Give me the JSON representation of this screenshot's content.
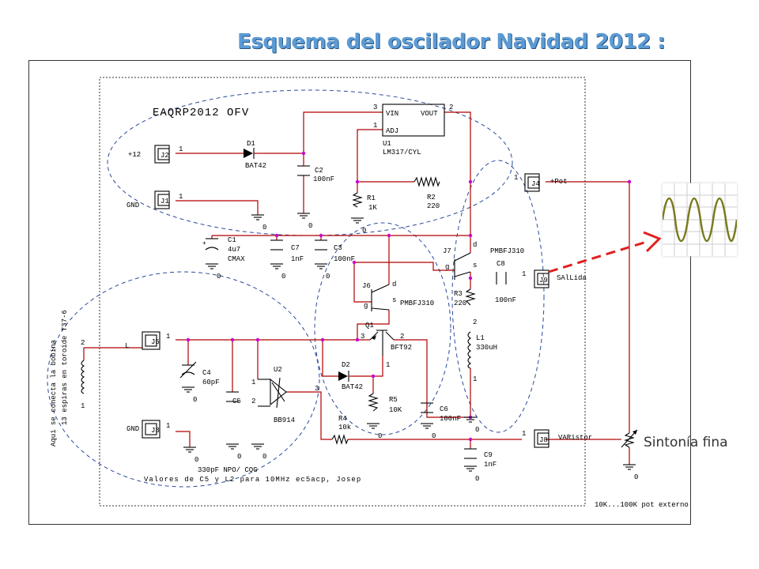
{
  "title": "Esquema del oscilador Navidad 2012 :",
  "sheet_title": "EAQRP2012 OFV",
  "annotation_right": "Sintonía fina",
  "colors": {
    "wire": "#b00000",
    "junction": "#cc00cc",
    "title": "#5b9bd5",
    "group_outline": "#2a4a9a",
    "arrow": "#e02020",
    "sine": "#7a7a20"
  },
  "components": [
    {
      "id": "u1",
      "name": "ic-lm317",
      "labels": [
        "U1",
        "LM317/CYL",
        "VIN",
        "VOUT",
        "ADJ",
        "3",
        "2",
        "1"
      ]
    },
    {
      "id": "d1",
      "name": "diode-d1",
      "labels": [
        "D1",
        "BAT42"
      ]
    },
    {
      "id": "j2",
      "name": "connector-j2",
      "labels": [
        "J2",
        "+12",
        "1"
      ]
    },
    {
      "id": "j1",
      "name": "connector-j1",
      "labels": [
        "J1",
        "GND",
        "1"
      ]
    },
    {
      "id": "c2",
      "name": "capacitor-c2",
      "labels": [
        "C2",
        "100nF"
      ]
    },
    {
      "id": "r1",
      "name": "resistor-r1",
      "labels": [
        "R1",
        "1K"
      ]
    },
    {
      "id": "r2",
      "name": "resistor-r2",
      "labels": [
        "R2",
        "220"
      ]
    },
    {
      "id": "j4",
      "name": "connector-j4",
      "labels": [
        "J4",
        "+Pot",
        "1"
      ]
    },
    {
      "id": "c1",
      "name": "capacitor-c1",
      "labels": [
        "C1",
        "4u7",
        "CMAX"
      ]
    },
    {
      "id": "c7",
      "name": "capacitor-c7",
      "labels": [
        "C7",
        "1nF"
      ]
    },
    {
      "id": "c3",
      "name": "capacitor-c3",
      "labels": [
        "C3",
        "100nF"
      ]
    },
    {
      "id": "j7",
      "name": "transistor-j7",
      "labels": [
        "J7",
        "PMBFJ310",
        "d",
        "g",
        "s"
      ]
    },
    {
      "id": "c8",
      "name": "capacitor-c8",
      "labels": [
        "C8",
        "100nF"
      ]
    },
    {
      "id": "j9",
      "name": "connector-j9",
      "labels": [
        "J9",
        "SAlLida",
        "1"
      ]
    },
    {
      "id": "j6",
      "name": "transistor-j6",
      "labels": [
        "J6",
        "PMBFJ310",
        "d",
        "g",
        "s"
      ]
    },
    {
      "id": "r3",
      "name": "resistor-r3",
      "labels": [
        "R3",
        "220"
      ]
    },
    {
      "id": "q1",
      "name": "transistor-q1",
      "labels": [
        "Q1",
        "BFT92",
        "3",
        "2",
        "1"
      ]
    },
    {
      "id": "l1",
      "name": "inductor-l1",
      "labels": [
        "L1",
        "330uH",
        "2",
        "1"
      ]
    },
    {
      "id": "j5",
      "name": "connector-j5",
      "labels": [
        "J5",
        "L",
        "1",
        "2"
      ]
    },
    {
      "id": "c4",
      "name": "capacitor-c4",
      "labels": [
        "C4",
        "60pF"
      ]
    },
    {
      "id": "c5",
      "name": "capacitor-c5",
      "labels": [
        "C5"
      ]
    },
    {
      "id": "u2",
      "name": "varicap-u2",
      "labels": [
        "U2",
        "BB914",
        "1",
        "2",
        "3"
      ]
    },
    {
      "id": "d2",
      "name": "diode-d2",
      "labels": [
        "D2",
        "BAT42"
      ]
    },
    {
      "id": "r5",
      "name": "resistor-r5",
      "labels": [
        "R5",
        "10K"
      ]
    },
    {
      "id": "c6",
      "name": "capacitor-c6",
      "labels": [
        "C6",
        "100nF"
      ]
    },
    {
      "id": "r4",
      "name": "resistor-r4",
      "labels": [
        "R4",
        "10k"
      ]
    },
    {
      "id": "j3",
      "name": "connector-j3",
      "labels": [
        "J3",
        "GND",
        "1"
      ]
    },
    {
      "id": "j8",
      "name": "connector-j8",
      "labels": [
        "J8",
        "VARistor",
        "1"
      ]
    },
    {
      "id": "c9",
      "name": "capacitor-c9",
      "labels": [
        "C9",
        "1nF"
      ]
    },
    {
      "id": "pot",
      "name": "potentiometer",
      "labels": [
        "0"
      ]
    }
  ],
  "notes": {
    "coil_vertical_1": "Aqui se conecta la bobina",
    "coil_vertical_2": "13 espiras en toroide T37-6",
    "c5_value": "330pF NPO/ COG",
    "values_note": "Valores de C5 y L2 para 10MHz ec5acp, Josep",
    "pot_note": "10K...100K pot externo"
  },
  "ground_label": "0"
}
